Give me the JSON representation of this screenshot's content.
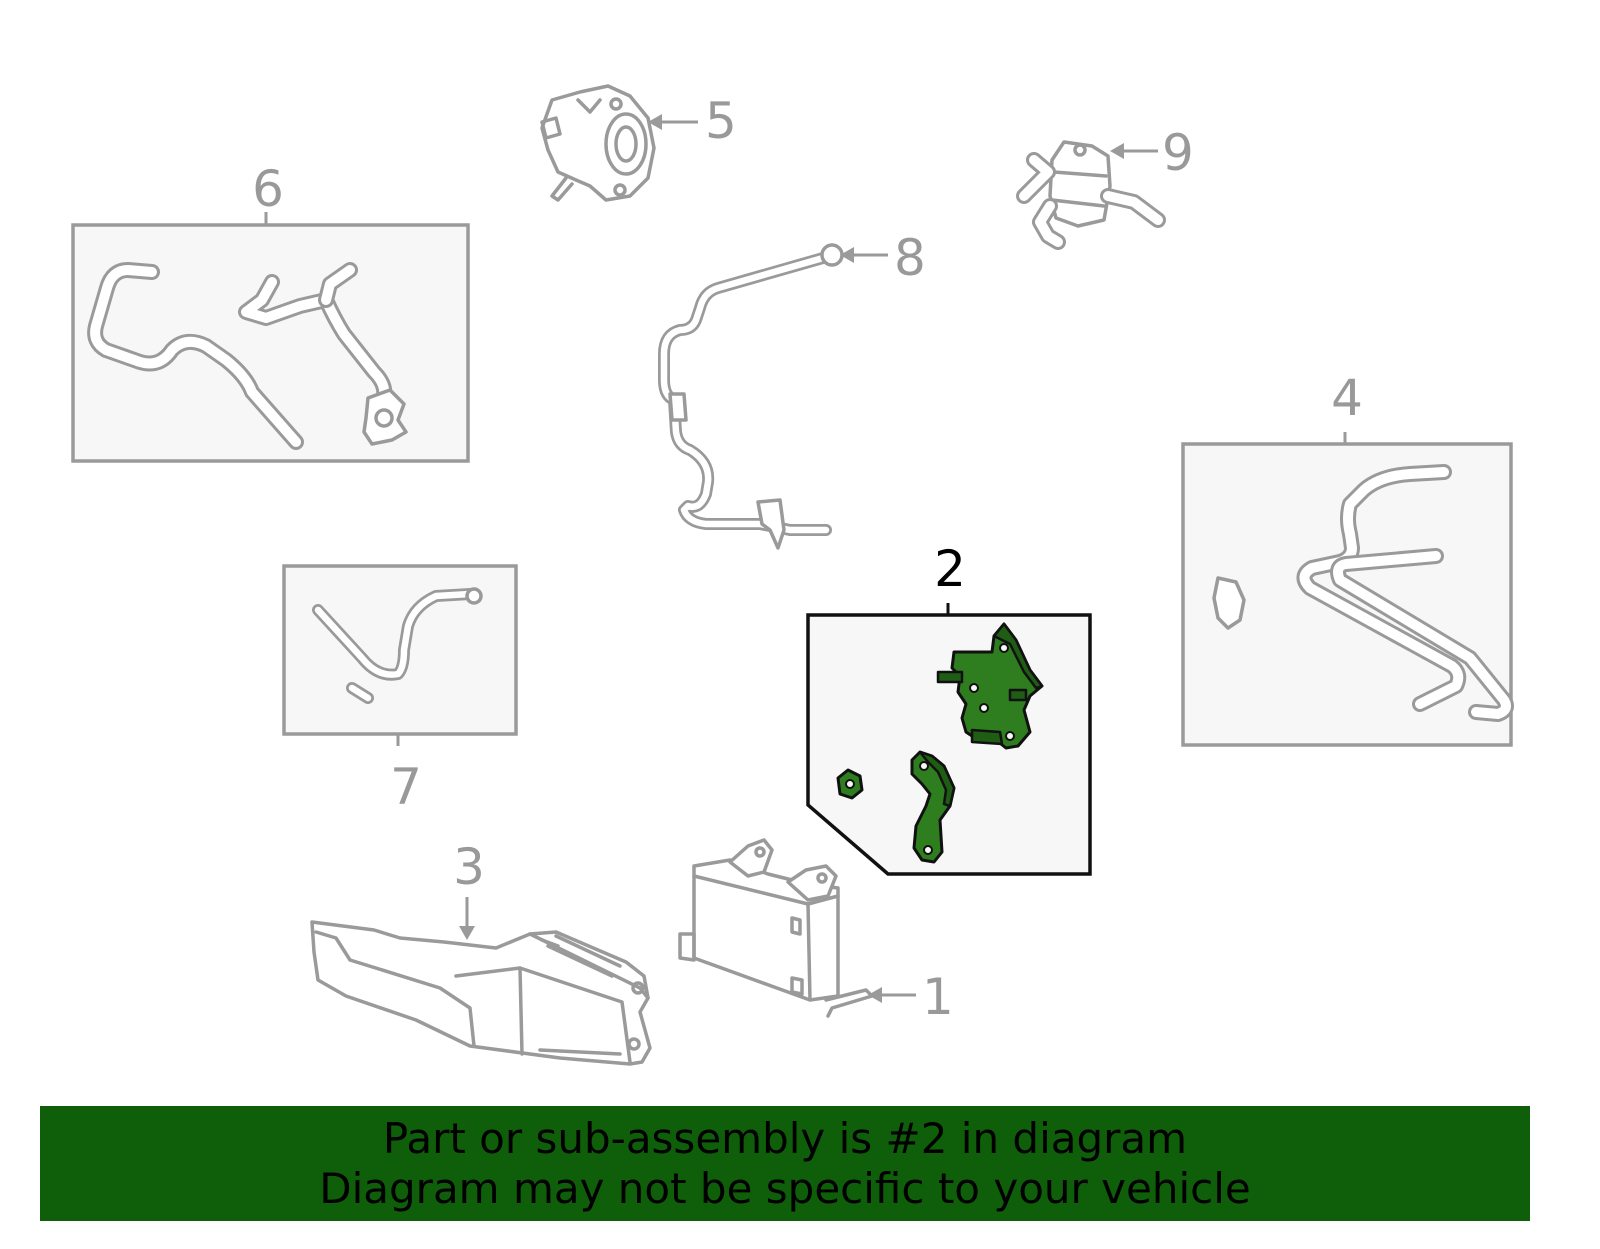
{
  "callouts": {
    "c1": "1",
    "c2": "2",
    "c3": "3",
    "c4": "4",
    "c5": "5",
    "c6": "6",
    "c7": "7",
    "c8": "8",
    "c9": "9"
  },
  "highlighted_part": "2",
  "colors": {
    "highlight_fill": "#2e7d1f",
    "banner_background": "#0f5e0a",
    "line_gray": "#9a9a9a"
  },
  "banner": {
    "line1": "Part or sub-assembly is #2 in diagram",
    "line2": "Diagram may not be specific to your vehicle"
  }
}
